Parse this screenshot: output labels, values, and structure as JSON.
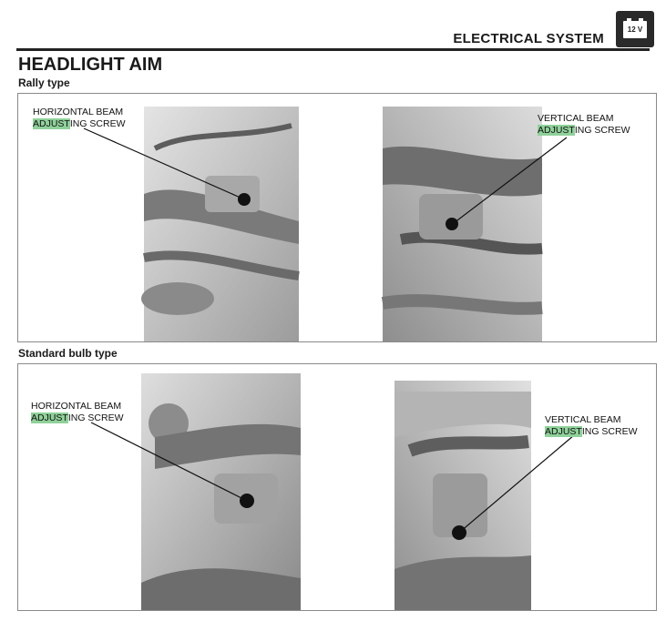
{
  "header": {
    "section_title": "ELECTRICAL SYSTEM",
    "badge_icon": "battery-12v-icon",
    "badge_text": "12 V"
  },
  "page_title": "HEADLIGHT AIM",
  "sections": [
    {
      "subtitle": "Rally type",
      "callouts": [
        {
          "line1": "HORIZONTAL BEAM",
          "hl": "ADJUST",
          "rest": "ING SCREW"
        },
        {
          "line1": "VERTICAL BEAM",
          "hl": "ADJUST",
          "rest": "ING SCREW"
        }
      ]
    },
    {
      "subtitle": "Standard bulb type",
      "callouts": [
        {
          "line1": "HORIZONTAL BEAM",
          "hl": "ADJUST",
          "rest": "ING SCREW"
        },
        {
          "line1": "VERTICAL BEAM",
          "hl": "ADJUST",
          "rest": "ING SCREW"
        }
      ]
    }
  ],
  "colors": {
    "highlight": "#8fd19a",
    "header_rule": "#222222",
    "photo_gray": "#cfcfcf"
  }
}
